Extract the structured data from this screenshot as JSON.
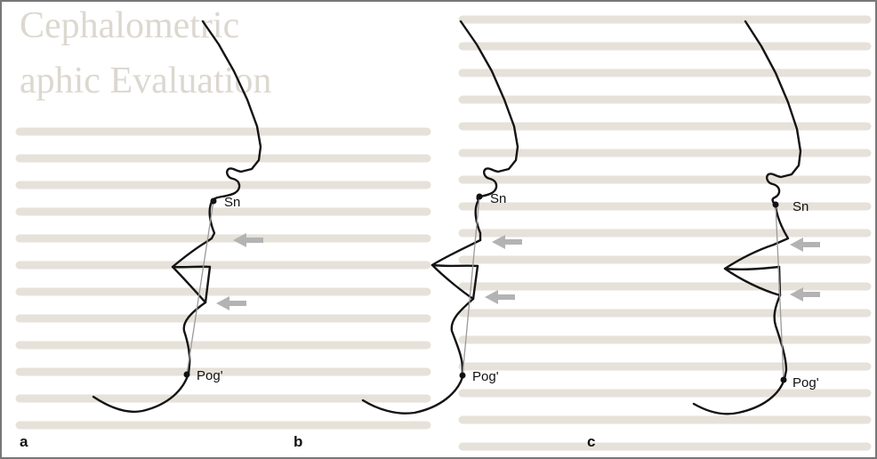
{
  "figure": {
    "background_text": {
      "heading_line_1": "Cephalometric",
      "heading_line_2": "aphic Evaluation"
    },
    "panels": [
      {
        "label": "a",
        "landmarks": {
          "subnasale": "Sn",
          "soft_tissue_pogonion": "Pog'"
        },
        "arrow_count": 2
      },
      {
        "label": "b",
        "landmarks": {
          "subnasale": "Sn",
          "soft_tissue_pogonion": "Pog'"
        },
        "arrow_count": 2
      },
      {
        "label": "c",
        "landmarks": {
          "subnasale": "Sn",
          "soft_tissue_pogonion": "Pog'"
        },
        "arrow_count": 2
      }
    ]
  },
  "colors": {
    "frame": "#777777",
    "background_print": "#dcd8d0",
    "profile": "#141414",
    "reference_line": "#9a9a9a",
    "arrow": "#b3b3b3",
    "text": "#111111"
  }
}
